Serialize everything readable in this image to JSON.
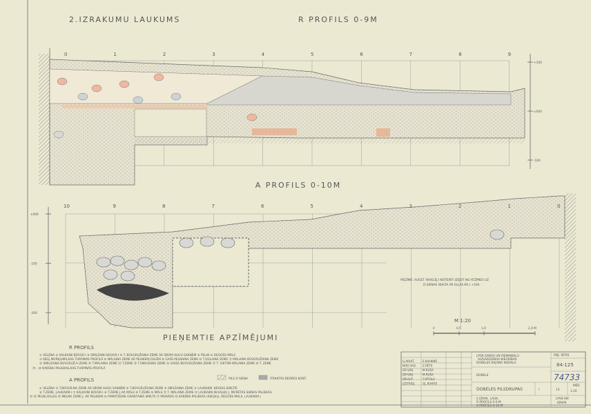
{
  "sheet": {
    "title": "2.IZRAKUMU LAUKUMS",
    "profile_r_title": "R PROFILS 0-9M",
    "profile_a_title": "A PROFILS 0-10M",
    "r_ticks": [
      "0",
      "1",
      "2",
      "3",
      "4",
      "5",
      "6",
      "7",
      "8",
      "9"
    ],
    "r_levels": [
      "+100",
      "±000",
      "-100"
    ],
    "a_ticks": [
      "10",
      "9",
      "8",
      "7",
      "6",
      "5",
      "4",
      "3",
      "2",
      "1",
      "0"
    ],
    "a_levels": [
      "±000",
      "-100",
      "-200"
    ],
    "note": [
      "PIEZĪME: AUGST. NIVELĒJ.I NOTEIKTI IZEJOT NO ATZĪMES UZ",
      "D.SIENAS (BALTA AR EĻĻAS KR.) +100."
    ],
    "scale": {
      "label": "M 1:20",
      "ticks": [
        "0",
        "0,5",
        "1,0",
        "2,0 M"
      ]
    }
  },
  "legend": {
    "title": "PIEŅEMTIE APZĪMĒJUMI",
    "r_heading": "R PROFILS",
    "r_lines": [
      "① VELĒNA   ② KALKAINI BŪVGR-I   ③ SMILŠAINI BŪVGR-I   ④ T. BŪVGRUŽAINA ZEME AR SĪKĀM AUGU SAKNĒM ⑤ PELNI ⑥ DEGOŠS MĀLS",
      "⑦ KIEĢ.MŪREJUMS,KAS TURPINĀS PROFILĀ ⑧ MĀLAINA ZEME AR PELNIEM,OGLĒM ⑨ GAIŠI PELNAINA ZEME ⑩ T.OGLAINA ZEME ⑪ MĀLAINA BŪVGRUŽAINA ZEME",
      "⑫ SMILŠAINA BŪVGRUŽ-A ZEME ⑬ T.MĀLAINA ZEME ⑭ T.ZEME ⑮ T.SMILŠAINA ZEME ⑯ GAIŠA BŪVGRUŽAINA ZEME ⑰ T. VIETĀM MĀLAINA ZEME ⑱ T. ZEME",
      "⑲ - ⑳ KAŖŠNU PALIEKAS,KAS TURPINĀS PROFILĀ"
    ],
    "hatch_labels": [
      "PILS D SIENA",
      "ITRAKTĀS BEDRES KONT."
    ],
    "a_heading": "A PROFILS",
    "a_lines": [
      "① VELĒNA ② T.BŪVGR-NA ZEME AR SĪKĀM AUGU SAKNĒM ③ T.BŪVGRUŽAINA ZEME ④ SMILŠAINA ZEME ⑤ LAUKAKM. BRŪGIS SMILTĪS",
      "⑥ T.ZEME, LAUKAKM-I ⑦ KALKAINI BŪVGR-I ⑧ T.ZEME J.AR MĀLU ⑨ T.ZEME ⑩ MĀLS ⑪ T. MĀLAINA ZEME ⑫ LAUKAKM.IN KAĻĶU J. MŪRĒTAS SIENAS PALIEKAS",
      "⑬ ⑮ PELNI,OGLES ⑭ MELNA ZEME J. AR PELNIEM ⑯ PAMATZEME-GRANTAINA SMILTS ⑰ PAVARDS  ⑱ KAŖŠNS PALIEKAS (KIEĢEĻI, DEGOŠS MĀLS, LAUKAKM.)"
    ]
  },
  "title_block": {
    "roles": [
      "G.ARHIT.",
      "NOD.VAD.",
      "GR.VAD.",
      "IZP.VAD.",
      "IZP.AUT.",
      "IZSTRĀD."
    ],
    "names": [
      "E.KALNIŅŠ",
      "Z.RĒTS",
      "M.RUŠA",
      "M.RUŠA",
      "T.VĪTOLA",
      "GL.PUHITE"
    ],
    "org": [
      "LPSR DABAS UN PIEMINEKĻU",
      "AIZSARDZĪBAS BIEDRĪBAS",
      "DOBELES RAJONA NODAĻA"
    ],
    "object_label": "DOBELE",
    "object_name": "DOBELES PILSDRUPAS",
    "drawing_title": [
      "2.IZRAK. LAUK.",
      "R PROFILS 0-9 M",
      "A PROFILS 0-10 M"
    ],
    "code_label": "OBJ. ŠIFRS",
    "code": "84-125",
    "archive_no": "74733",
    "stage": "I",
    "sheet_no": "13",
    "scale_label": "MĒR.",
    "scale": "1:20",
    "issuer": [
      "LPSR KM",
      "KPAPK"
    ]
  }
}
